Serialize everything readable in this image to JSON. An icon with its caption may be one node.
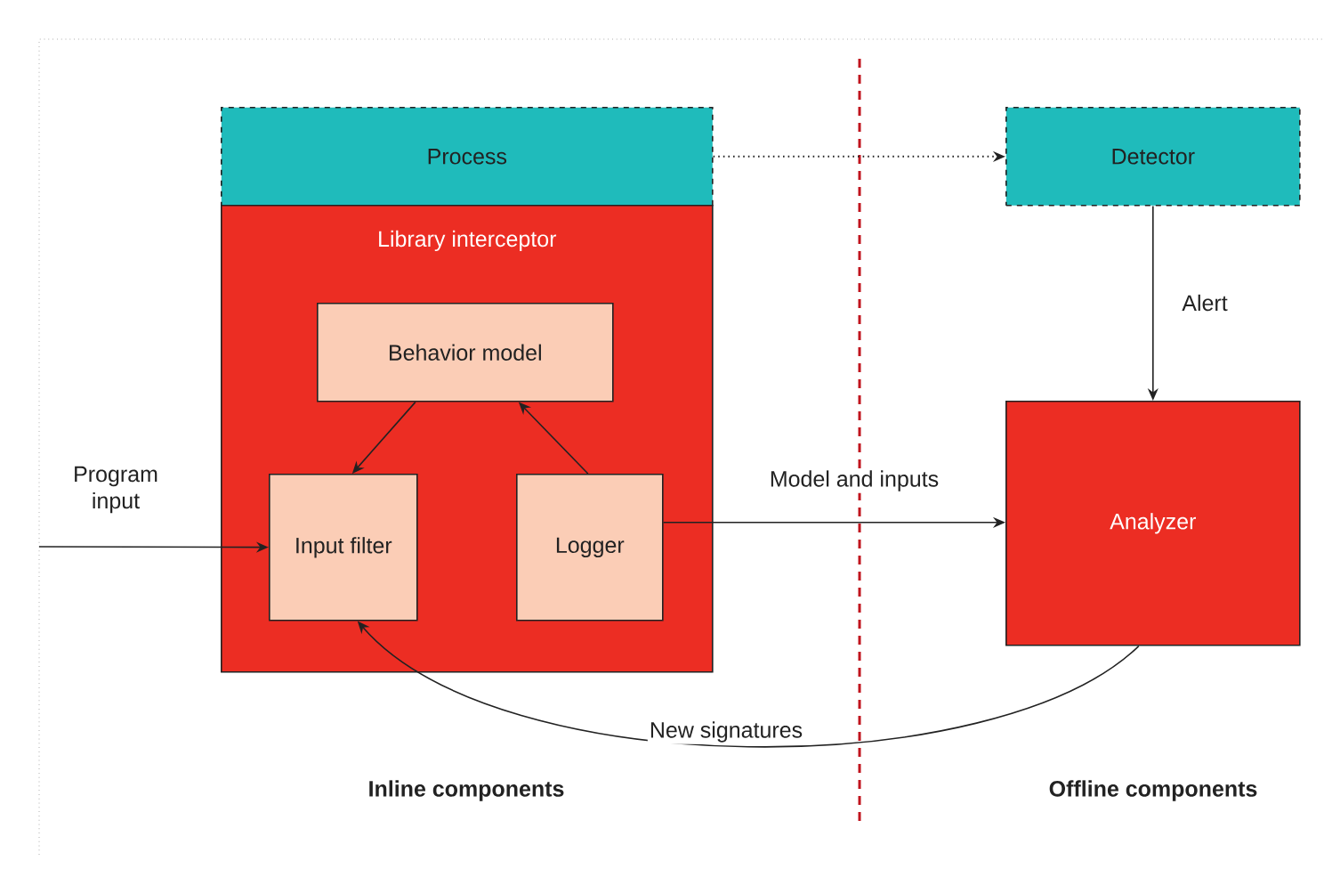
{
  "diagram": {
    "nodes": [
      {
        "text": [
          "Process"
        ]
      },
      {
        "text": [
          "Library interceptor"
        ]
      },
      {
        "text": [
          "Behavior model"
        ],
        "in": 1
      },
      {
        "text": [
          "Input filter"
        ],
        "in": 1
      },
      {
        "text": [
          "Logger"
        ],
        "in": 1
      },
      {
        "text": [
          "Detector"
        ]
      },
      {
        "text": [
          "Analyzer"
        ]
      }
    ],
    "edges": [
      {
        "from": 0,
        "to": 5,
        "arrow": "to",
        "style": "dashed"
      },
      {
        "from": 5,
        "to": 6,
        "arrow": "to",
        "label": "Alert"
      },
      {
        "from": 2,
        "to": 3,
        "arrow": "to"
      },
      {
        "from": 4,
        "to": 2,
        "arrow": "to"
      },
      {
        "from": null,
        "to": 3,
        "arrow": "to",
        "label": "Program input"
      },
      {
        "from": 4,
        "to": 6,
        "arrow": "to",
        "label": "Model and inputs"
      },
      {
        "from": 6,
        "to": 3,
        "arrow": "to",
        "label": "New signatures"
      }
    ],
    "labels": [
      "Inline components",
      "Offline components"
    ]
  }
}
